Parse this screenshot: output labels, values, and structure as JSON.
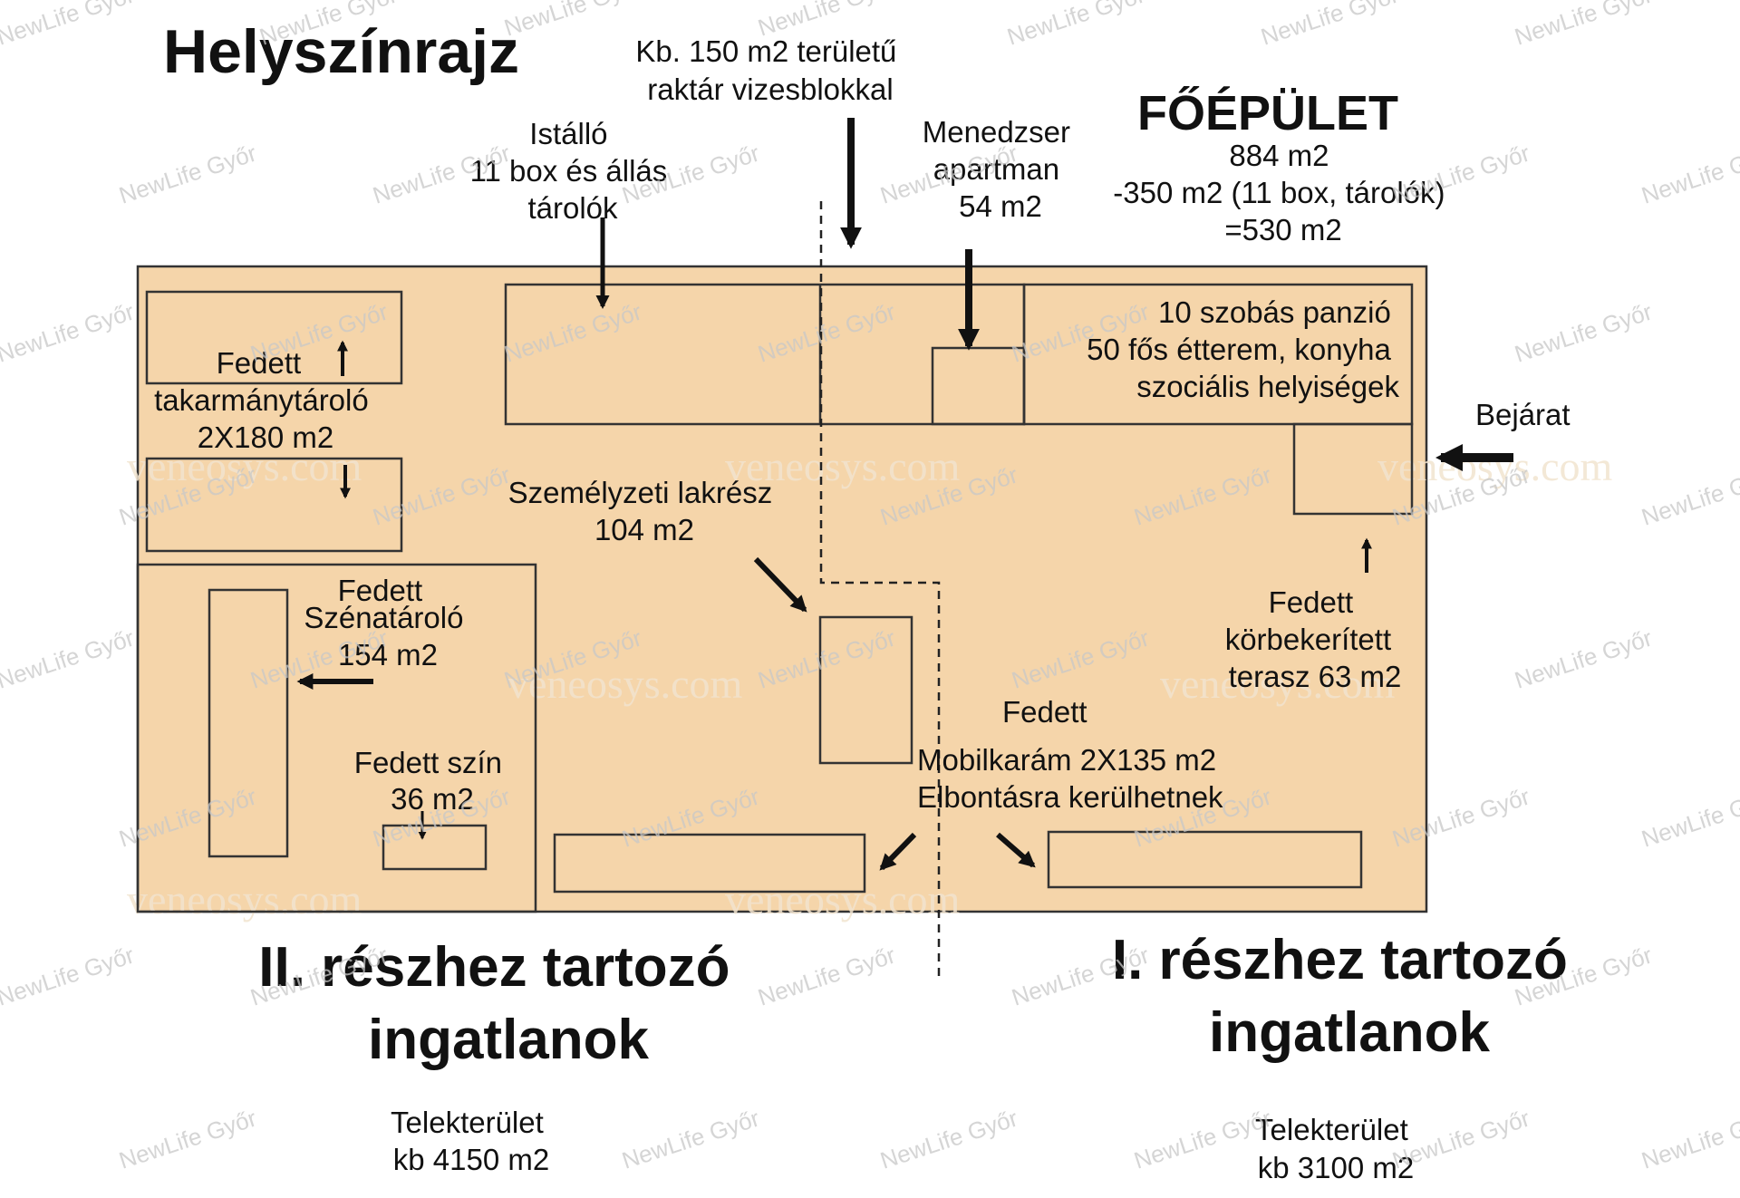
{
  "title": "Helyszínrajz",
  "labels": {
    "storage_warehouse": [
      "Kb. 150 m2 területű",
      "raktár vizesblokkal"
    ],
    "stable": [
      "Istálló",
      "11 box és állás",
      "tárolók"
    ],
    "manager_apartment": [
      "Menedzser",
      "apartman",
      "54 m2"
    ],
    "main_building_title": "FŐÉPÜLET",
    "main_building_area": [
      "884 m2",
      "-350 m2 (11 box, tárolók)",
      "=530 m2"
    ],
    "guesthouse": [
      "10 szobás panzió",
      "50 fős étterem, konyha",
      "szociális helyiségek"
    ],
    "entrance": "Bejárat",
    "feed_storage": [
      "Fedett",
      "takarmánytároló",
      "2X180 m2"
    ],
    "staff_quarters": [
      "Személyzeti lakrész",
      "104 m2"
    ],
    "hay_storage": [
      "Fedett",
      "Szénatároló",
      "154 m2"
    ],
    "covered_shed": [
      "Fedett szín",
      "36 m2"
    ],
    "terrace": [
      "Fedett",
      "körbekerített",
      "terasz 63 m2"
    ],
    "mobile_corral": [
      "Fedett",
      "Mobilkarám 2X135 m2",
      "Elbontásra kerülhetnek"
    ],
    "part_two": [
      "II. részhez tartozó",
      "ingatlanok"
    ],
    "part_one": [
      "I. részhez tartozó",
      "ingatlanok"
    ],
    "plot_two": [
      "Telekterület",
      "kb 4150 m2"
    ],
    "plot_one": [
      "Telekterület",
      "kb 3100 m2"
    ]
  },
  "watermarks": {
    "newlife": "NewLife Győr",
    "veneosys": "veneosys.com"
  },
  "colors": {
    "plot_fill": "#f5d5aa",
    "line": "#333333",
    "text": "#111111",
    "background": "#ffffff"
  }
}
